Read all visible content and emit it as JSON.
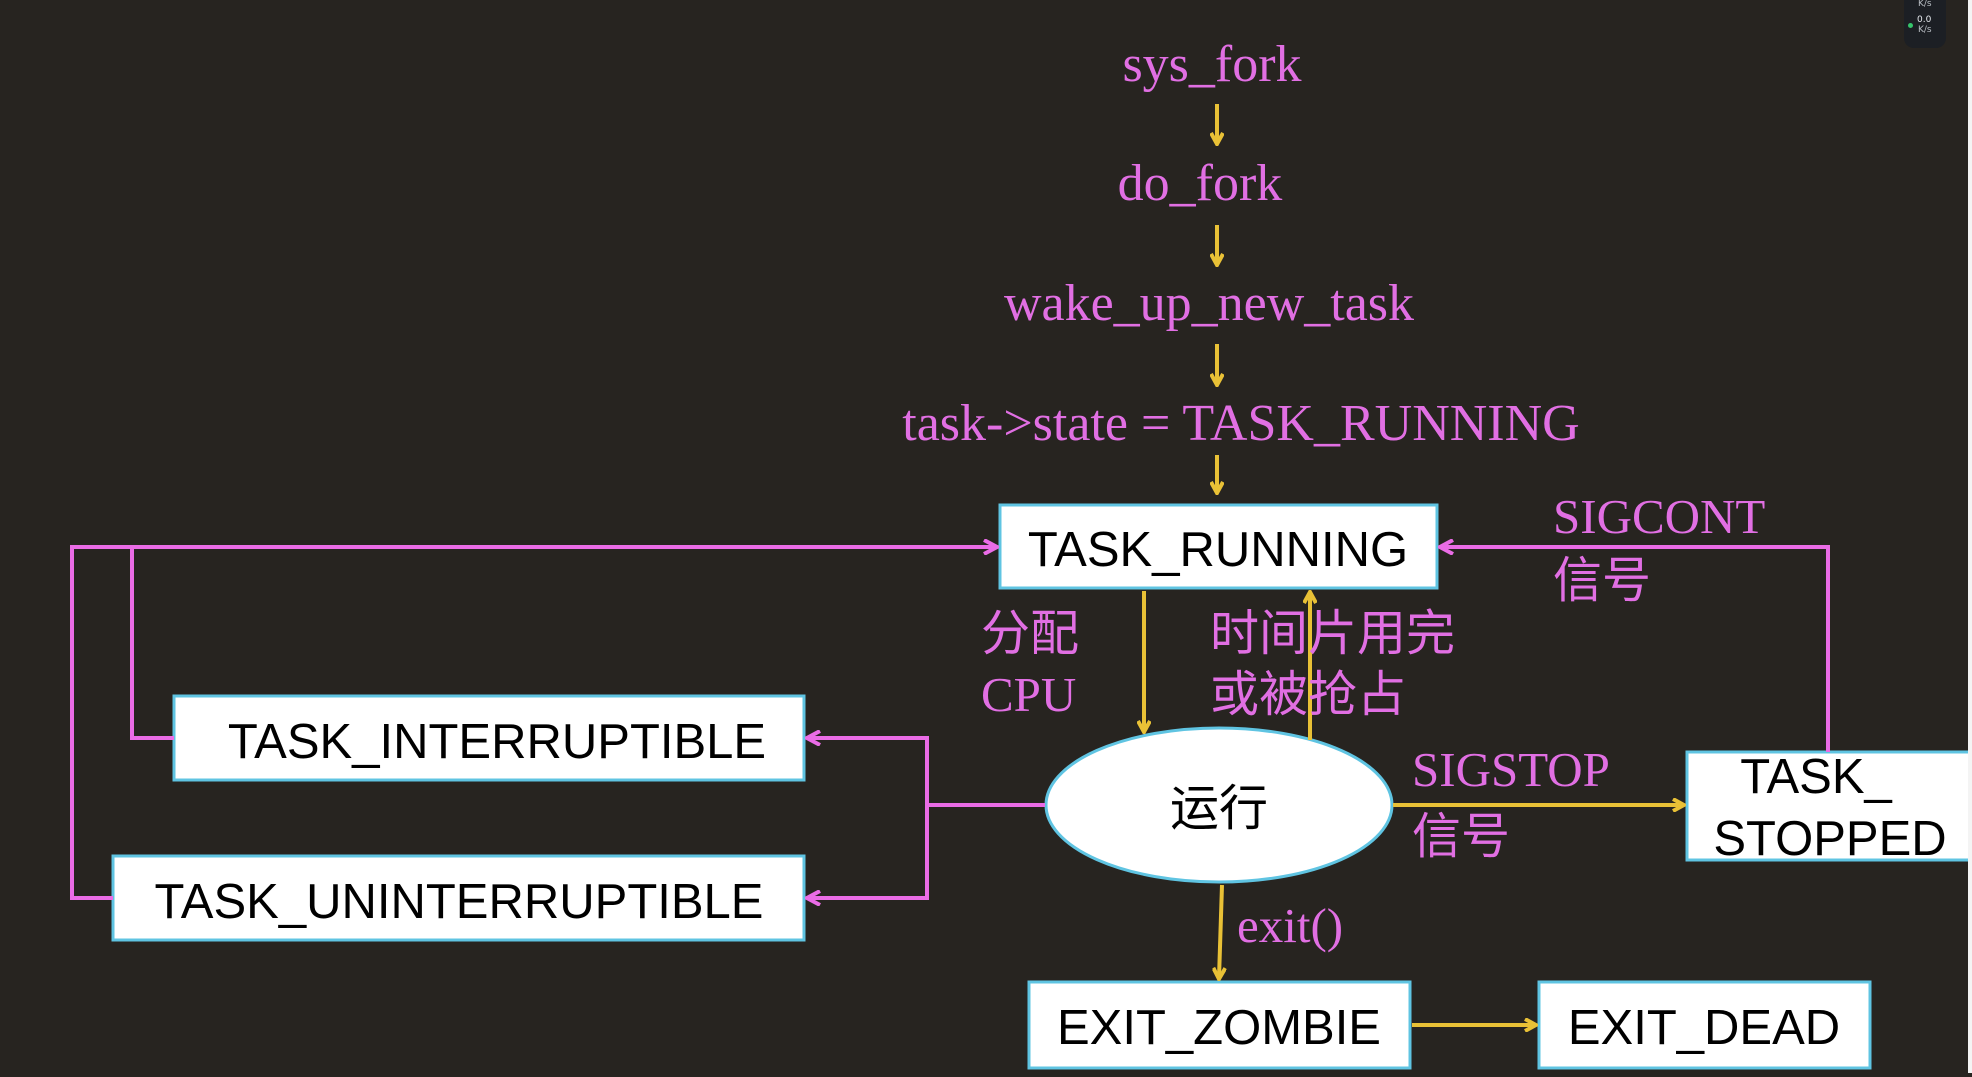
{
  "colors": {
    "background": "#272420",
    "call_text": "#e16fe3",
    "flow_arrow": "#e9c136",
    "state_arrow": "#ea6ce6",
    "box_fill": "#ffffff",
    "box_border": "#5fc4e2",
    "box_text": "#000000"
  },
  "widget": {
    "upper_unit": "K/s",
    "speed": "0.0",
    "lower_unit": "K/s"
  },
  "call_chain": [
    "sys_fork",
    "do_fork",
    "wake_up_new_task",
    "task->state = TASK_RUNNING"
  ],
  "states": {
    "running": "TASK_RUNNING",
    "interruptible": "TASK_INTERRUPTIBLE",
    "uninterruptible": "TASK_UNINTERRUPTIBLE",
    "stopped_line1": "TASK_",
    "stopped_line2": "STOPPED",
    "zombie": "EXIT_ZOMBIE",
    "dead": "EXIT_DEAD",
    "executing": "运行"
  },
  "labels": {
    "assign_line1": "分配",
    "assign_line2": "CPU",
    "preempt_line1": "时间片用完",
    "preempt_line2": "或被抢占",
    "sigcont_line1": "SIGCONT",
    "sigcont_line2": "信号",
    "sigstop_line1": "SIGSTOP",
    "sigstop_line2": "信号",
    "exit_call": "exit()"
  }
}
